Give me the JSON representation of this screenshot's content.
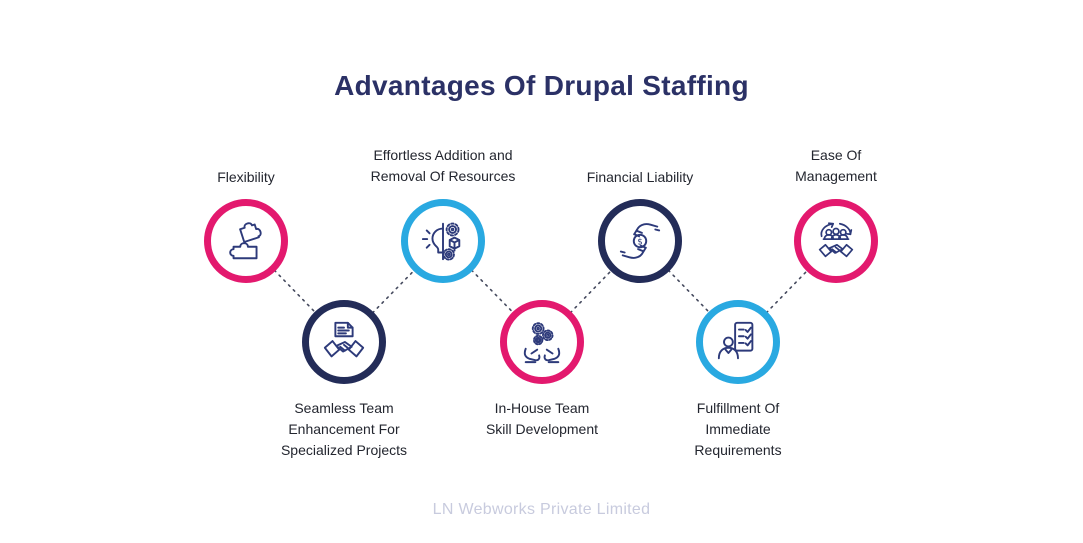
{
  "title": "Advantages Of Drupal Staffing",
  "footer": "LN Webworks Private Limited",
  "colors": {
    "title": "#2B3166",
    "label_text": "#23262F",
    "ring_pink": "#E3196E",
    "ring_navy": "#232C58",
    "ring_blue": "#29A9E1",
    "icon_stroke": "#2D3A7A",
    "connector_dots": "#454A5E",
    "footer_text": "#C8CBDE",
    "background": "#FFFFFF"
  },
  "steps": [
    {
      "label": "Flexibility",
      "ring_color": "pink",
      "icon": "puzzle-icon",
      "row": "top"
    },
    {
      "label": "Seamless Team Enhancement For Specialized Projects",
      "ring_color": "navy",
      "icon": "handshake-document-icon",
      "row": "bottom"
    },
    {
      "label": "Effortless Addition and Removal Of Resources",
      "ring_color": "blue",
      "icon": "idea-implementation-icon",
      "row": "top"
    },
    {
      "label": "In-House Team Skill Development",
      "ring_color": "pink",
      "icon": "hands-gears-icon",
      "row": "bottom"
    },
    {
      "label": "Financial Liability",
      "ring_color": "navy",
      "icon": "hands-dollar-icon",
      "row": "top"
    },
    {
      "label": "Fulfillment Of Immediate Requirements",
      "ring_color": "blue",
      "icon": "person-checklist-icon",
      "row": "bottom"
    },
    {
      "label": "Ease Of Management",
      "ring_color": "pink",
      "icon": "team-handshake-cycle-icon",
      "row": "top"
    }
  ]
}
